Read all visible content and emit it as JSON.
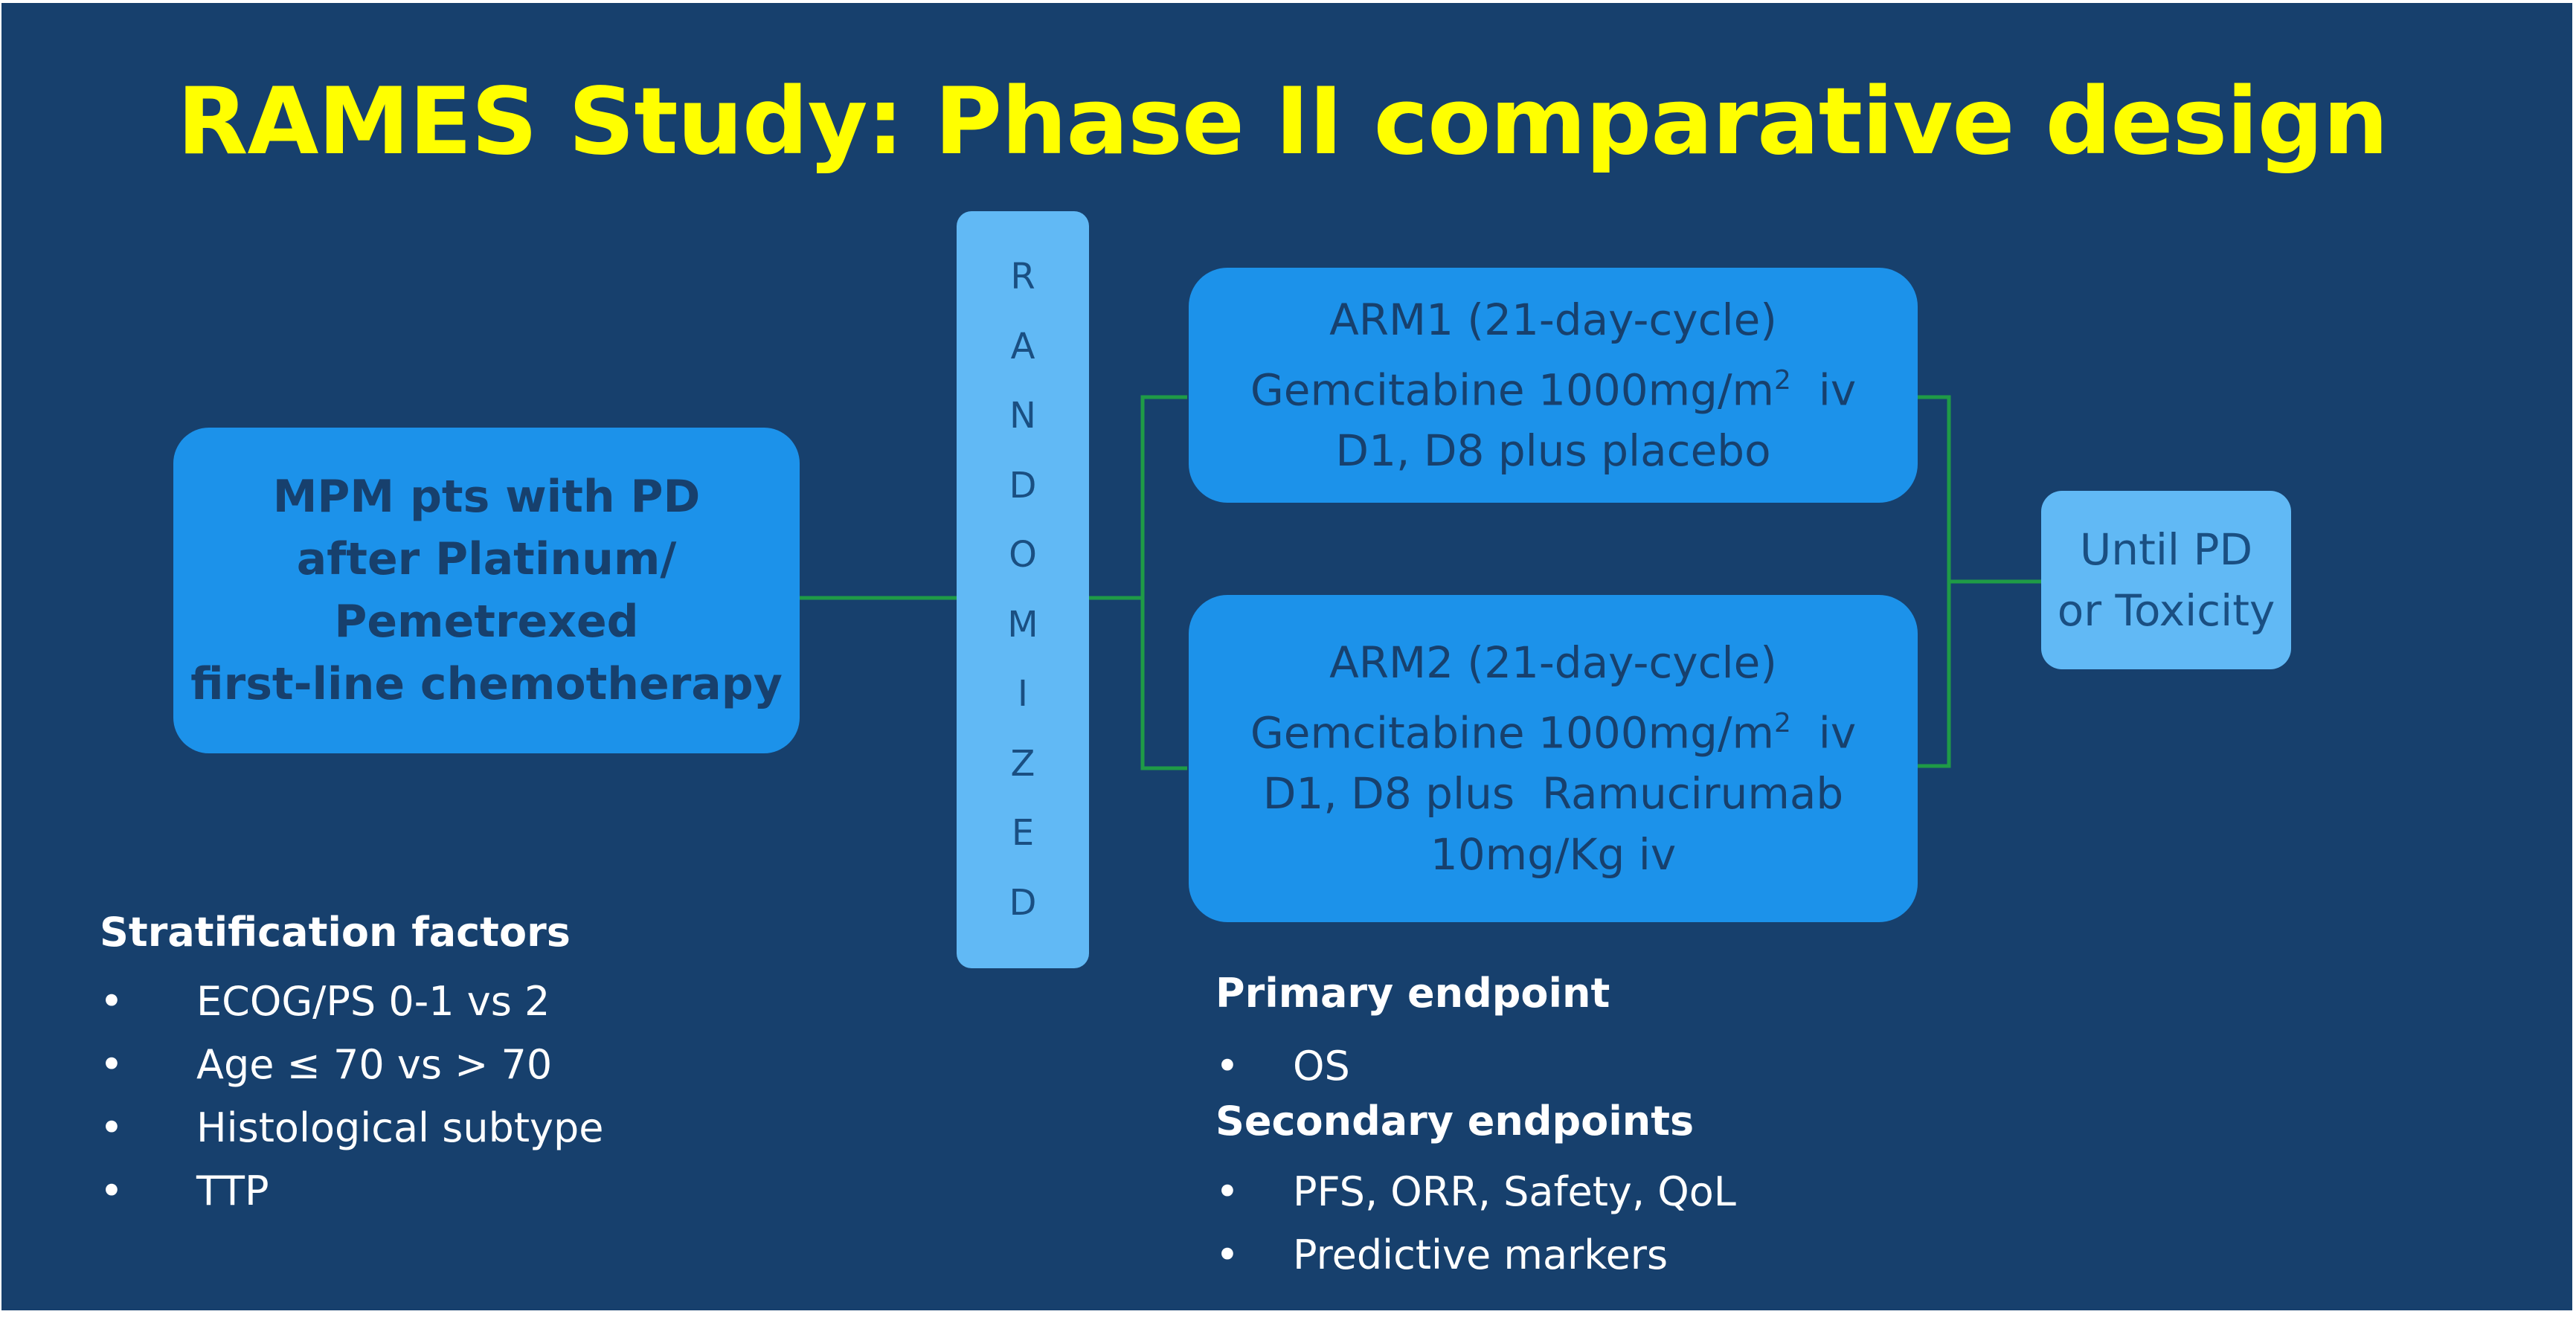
{
  "title": "RAMES Study: Phase II comparative design",
  "mpm_box": {
    "lines": [
      "MPM pts with PD",
      "after Platinum/",
      "Pemetrexed",
      "first-line chemotherapy"
    ]
  },
  "randomized": [
    "R",
    "A",
    "N",
    "D",
    "O",
    "M",
    "I",
    "Z",
    "E",
    "D"
  ],
  "arm1": {
    "line1": "ARM1 (21-day-cycle)",
    "line2_main": "Gemcitabine 1000mg/m",
    "line2_sup": "2",
    "line2_end": "  iv",
    "line3": "D1, D8 plus placebo"
  },
  "arm2": {
    "line1": "ARM2 (21-day-cycle)",
    "line2_main": "Gemcitabine 1000mg/m",
    "line2_sup": "2",
    "line2_end": "  iv",
    "line3": "D1, D8 plus  Ramucirumab",
    "line4": "10mg/Kg iv"
  },
  "until_box": {
    "line1": "Until PD",
    "line2": "or Toxicity"
  },
  "stratification": {
    "heading": "Stratification factors",
    "items": [
      "ECOG/PS 0-1 vs 2",
      "Age ≤ 70 vs > 70",
      "Histological subtype",
      "TTP"
    ]
  },
  "primary": {
    "heading": "Primary endpoint",
    "items": [
      "OS"
    ]
  },
  "secondary": {
    "heading": "Secondary endpoints",
    "items": [
      "PFS, ORR, Safety, QoL",
      "Predictive markers"
    ]
  },
  "bullet": "•",
  "colors": {
    "background": "#17406d",
    "title": "#ffff00",
    "box_blue": "#1c92ea",
    "box_light": "#61b9f5",
    "connector": "#1f9b46"
  }
}
